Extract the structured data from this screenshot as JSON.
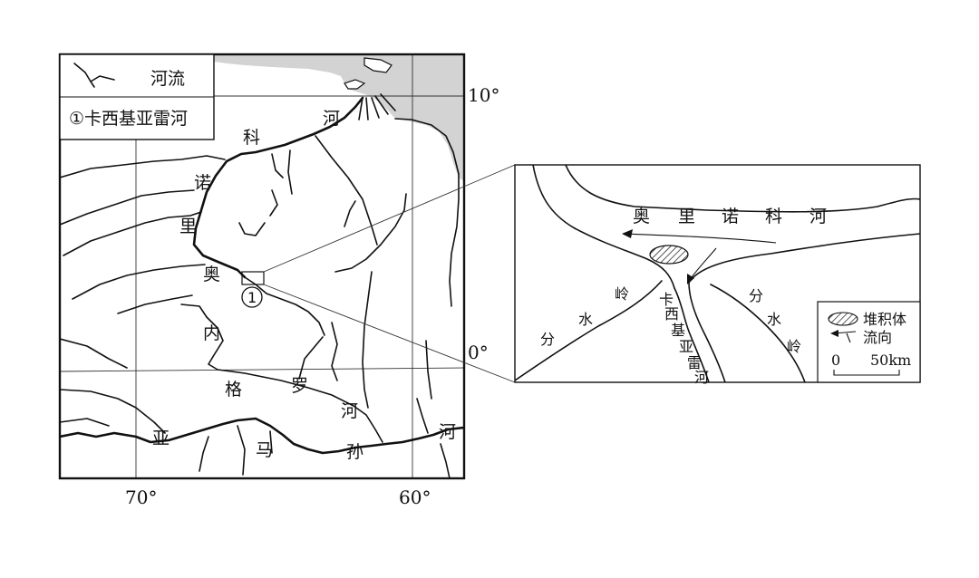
{
  "legend": {
    "river_label": "河流",
    "kasiquiare_label": "①卡西基亚雷河"
  },
  "main_map": {
    "orinoco_chars": [
      "奥",
      "里",
      "诺",
      "科",
      "河"
    ],
    "rio_negro_chars": [
      "内",
      "格",
      "罗",
      "河"
    ],
    "amazon_chars": [
      "亚",
      "马",
      "孙",
      "河"
    ],
    "marker": "①",
    "coordinates": {
      "lat_top": "10°",
      "lat_equator": "0°",
      "lon_left": "70°",
      "lon_right": "60°"
    }
  },
  "inset_map": {
    "orinoco_chars": [
      "奥",
      "里",
      "诺",
      "科",
      "河"
    ],
    "kasiquiare_chars": [
      "卡",
      "西",
      "基",
      "亚",
      "雷",
      "河"
    ],
    "divide_left_chars": [
      "分",
      "水",
      "岭"
    ],
    "divide_right_chars": [
      "分",
      "水",
      "岭"
    ],
    "legend": {
      "deposit_label": "堆积体",
      "flow_label": "流向",
      "scale_zero": "0",
      "scale_value": "50km"
    }
  },
  "colors": {
    "sea": "#d3d3d3",
    "line": "#111111",
    "background": "#ffffff"
  },
  "icons": [
    "river-icon",
    "flow-arrow-icon",
    "deposit-hatch-icon"
  ]
}
